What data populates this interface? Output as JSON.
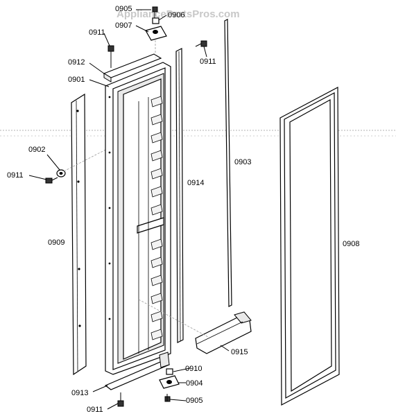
{
  "watermark": "AppliancePartsPros.com",
  "labels": {
    "p0905_top": "0905",
    "p0906": "0906",
    "p0907": "0907",
    "p0911_topleft": "0911",
    "p0911_topright": "0911",
    "p0912": "0912",
    "p0901": "0901",
    "p0902": "0902",
    "p0911_left": "0911",
    "p0909": "0909",
    "p0914": "0914",
    "p0903": "0903",
    "p0908": "0908",
    "p0915": "0915",
    "p0910": "0910",
    "p0904": "0904",
    "p0913": "0913",
    "p0911_bottom": "0911",
    "p0905_bottom": "0905"
  }
}
